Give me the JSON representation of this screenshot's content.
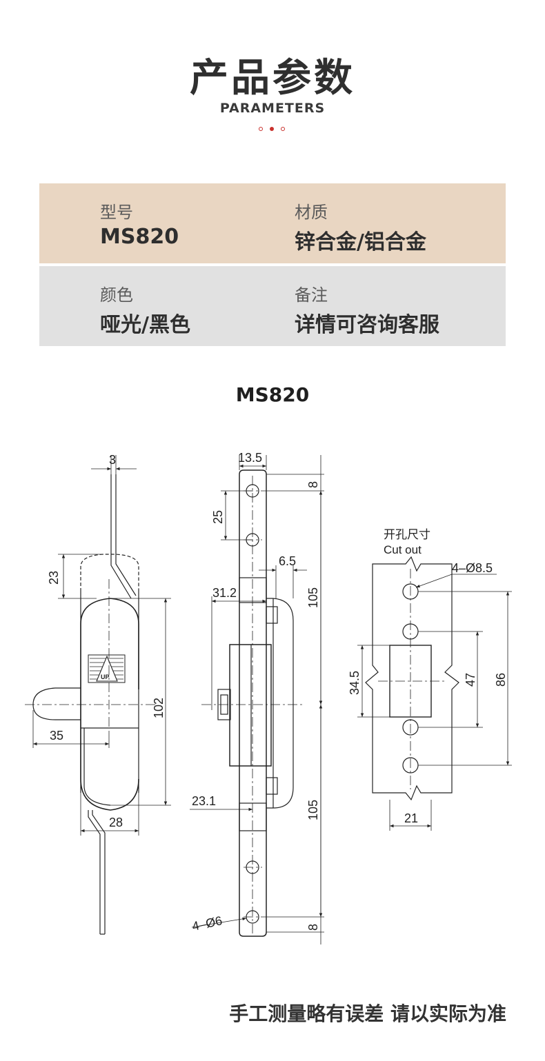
{
  "header": {
    "title_cn": "产品参数",
    "title_en": "PARAMETERS"
  },
  "params": [
    {
      "label": "型号",
      "value": "MS820"
    },
    {
      "label": "材质",
      "value": "锌合金/铝合金"
    },
    {
      "label": "颜色",
      "value": "哑光/黑色"
    },
    {
      "label": "备注",
      "value": "详情可咨询客服"
    }
  ],
  "drawing": {
    "model": "MS820",
    "cutout_cn": "开孔尺寸",
    "cutout_en": "Cut out",
    "badge": "UP",
    "dims": {
      "d3": "3",
      "d23": "23",
      "d102": "102",
      "d35": "35",
      "d28": "28",
      "d13_5": "13.5",
      "d8_top": "8",
      "d25": "25",
      "d6_5": "6.5",
      "d31_2": "31.2",
      "d105_top": "105",
      "d23_1": "23.1",
      "d105_bot": "105",
      "d4_6": "4–Ø6",
      "d8_bot": "8",
      "d4_8_5": "4–Ø8.5",
      "d34_5": "34.5",
      "d47": "47",
      "d86": "86",
      "d21": "21"
    }
  },
  "footer": {
    "note": "手工测量略有误差 请以实际为准"
  },
  "colors": {
    "accent": "#c9302c",
    "row1_bg": "#e9d6c2",
    "row2_bg": "#e1e1e1"
  }
}
